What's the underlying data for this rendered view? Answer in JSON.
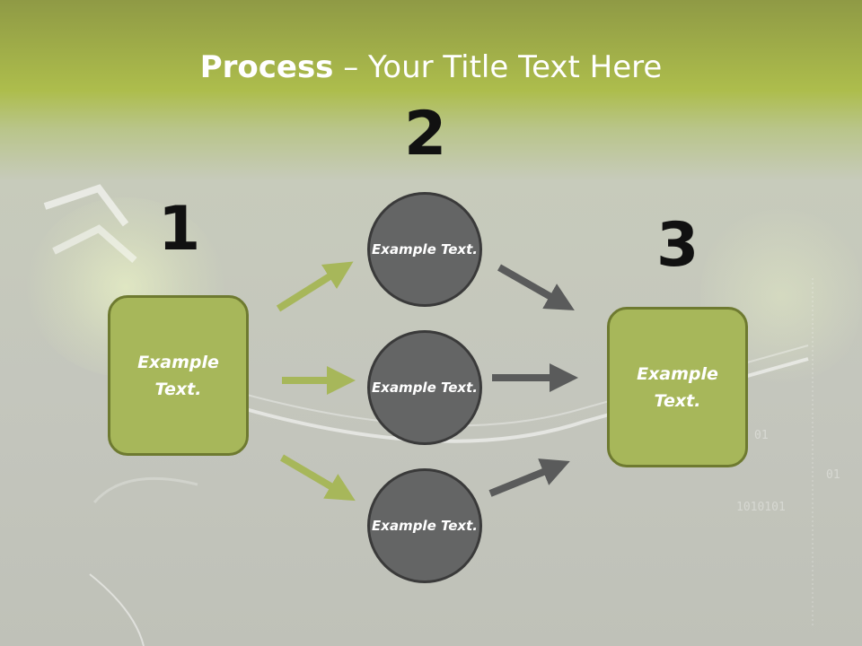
{
  "title": {
    "bold": "Process",
    "rest": " – Your Title Text Here"
  },
  "steps": [
    {
      "number": "1",
      "label": "Example Text."
    },
    {
      "number": "2",
      "label": "Example Text."
    },
    {
      "number": "3",
      "label": "Example Text."
    }
  ],
  "middle_nodes": [
    {
      "label": "Example Text."
    },
    {
      "label": "Example Text."
    },
    {
      "label": "Example Text."
    }
  ],
  "colors": {
    "green_box": "#a7b75a",
    "green_arrow": "#a7b75a",
    "gray_circle": "#646565",
    "gray_arrow": "#5a5b5b"
  }
}
